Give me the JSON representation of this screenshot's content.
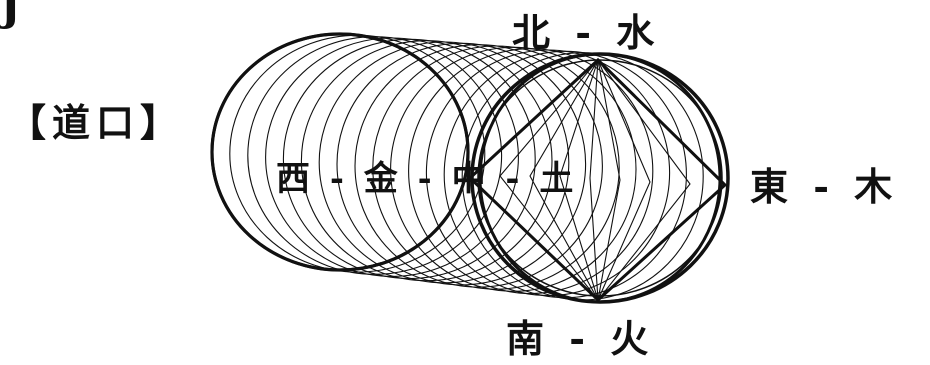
{
  "corner_mark": "J",
  "labels": {
    "gate": "【道口】",
    "north": "北 - 水",
    "east": "東 - 木",
    "south": "南 - 火",
    "west_center": "西 - 金 - 中 - 土"
  },
  "colors": {
    "ink": "#111111",
    "background": "#ffffff"
  }
}
